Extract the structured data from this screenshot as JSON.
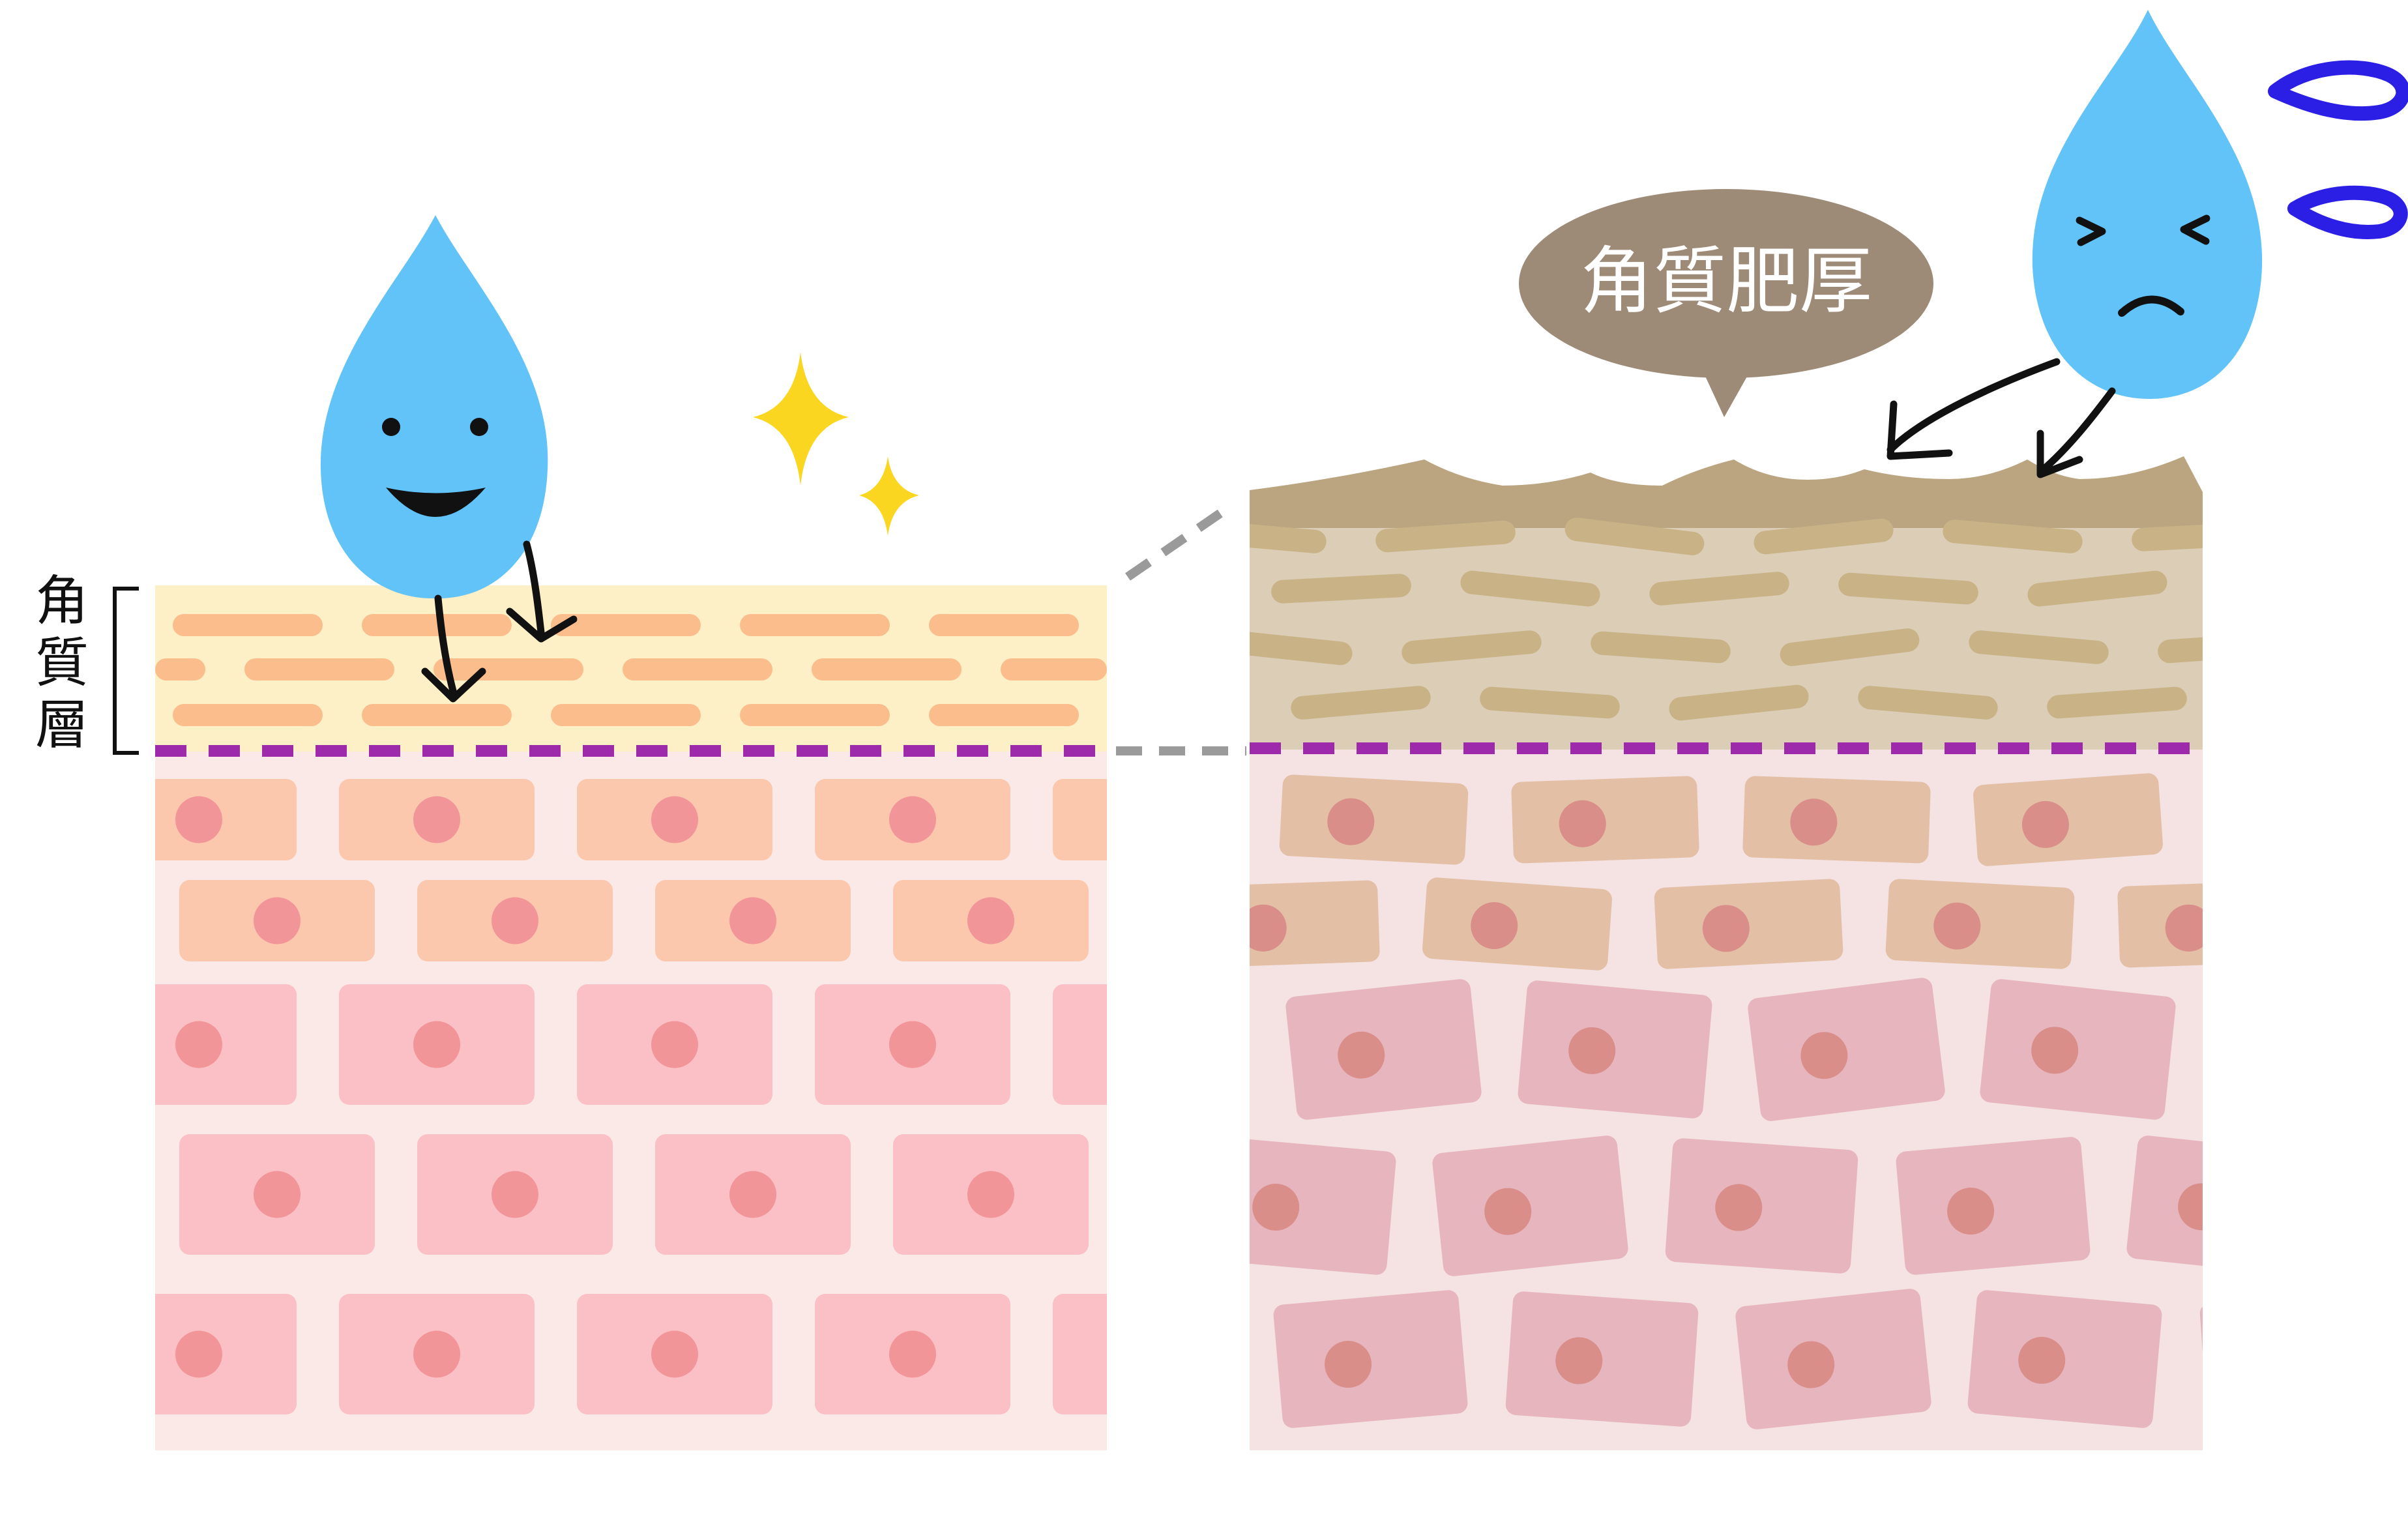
{
  "left_panel": {
    "layer_label_chars": [
      "角",
      "質",
      "層"
    ]
  },
  "right_panel": {
    "speech_bubble_text": "角質肥厚"
  },
  "colors": {
    "drop_blue": "#62c3f9",
    "sparkle_yellow": "#fbd621",
    "dashed_border_purple": "#9c2aaa",
    "healthy_stratum_corneum_bg": "#fdefc6",
    "healthy_cell_pill": "#fbbd8b",
    "healthy_upper_cell": "#fbc8ae",
    "healthy_lower_cell": "#fbc0c6",
    "healthy_nucleus": "#f29598",
    "thick_stratum_corneum_bg": "#dccdb6",
    "thick_cell_pill": "#c8b286",
    "thick_upper_cell": "#e3bfa6",
    "thick_lower_cell": "#e7b5bd",
    "thick_nucleus": "#d98e8a",
    "bubble_brown": "#9d8a77",
    "sweat_blue": "#2b1fe6"
  },
  "icons": {
    "happy_drop": "happy-water-drop-icon",
    "sad_drop": "distressed-water-drop-icon",
    "sparkle": "sparkle-icon",
    "sweat": "sweat-drop-icon"
  }
}
